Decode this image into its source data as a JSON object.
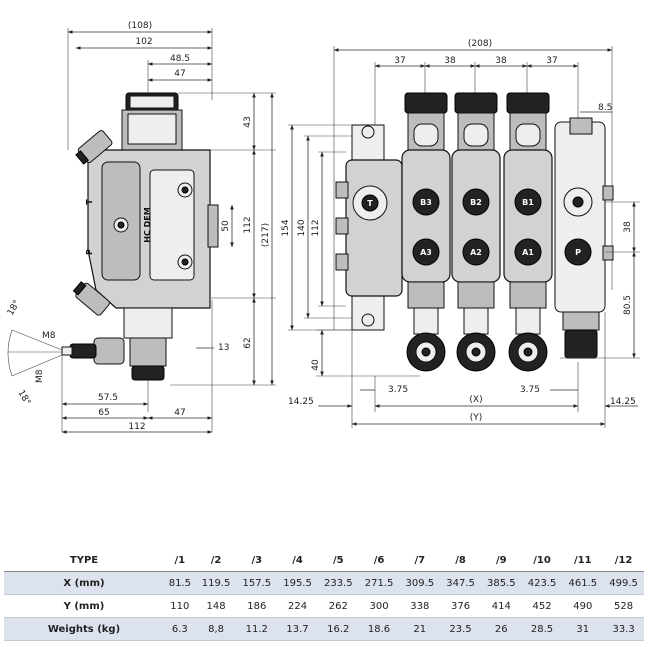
{
  "drawing": {
    "side": {
      "w108": "(108)",
      "w102": "102",
      "w485": "48.5",
      "w47top": "47",
      "h43": "43",
      "h112": "112",
      "h217": "(217)",
      "h50": "50",
      "h62": "62",
      "h13": "13",
      "ang1": "18°",
      "ang2": "18°",
      "m8a": "M8",
      "m8b": "M8",
      "b575": "57.5",
      "b65": "65",
      "b47": "47",
      "b112": "112",
      "mark_t": "T",
      "mark_p": "P",
      "mark_brand": "HC DEM"
    },
    "front": {
      "w208": "(208)",
      "s37a": "37",
      "s38a": "38",
      "s38b": "38",
      "s37b": "37",
      "s85": "8.5",
      "h154": "154",
      "h140": "140",
      "h112": "112",
      "h38": "38",
      "h805": "80.5",
      "h40": "40",
      "d375a": "3.75",
      "d375b": "3.75",
      "d1425a": "14.25",
      "d1425b": "14.25",
      "dx": "(X)",
      "dy": "(Y)",
      "port_t": "T",
      "port_p": "P",
      "ports_b": [
        "B3",
        "B2",
        "B1"
      ],
      "ports_a": [
        "A3",
        "A2",
        "A1"
      ]
    }
  },
  "table": {
    "header": [
      "TYPE",
      "/1",
      "/2",
      "/3",
      "/4",
      "/5",
      "/6",
      "/7",
      "/8",
      "/9",
      "/10",
      "/11",
      "/12"
    ],
    "rows": [
      [
        "X (mm)",
        "81.5",
        "119.5",
        "157.5",
        "195.5",
        "233.5",
        "271.5",
        "309.5",
        "347.5",
        "385.5",
        "423.5",
        "461.5",
        "499.5"
      ],
      [
        "Y (mm)",
        "110",
        "148",
        "186",
        "224",
        "262",
        "300",
        "338",
        "376",
        "414",
        "452",
        "490",
        "528"
      ],
      [
        "Weights (kg)",
        "6.3",
        "8,8",
        "11.2",
        "13.7",
        "16.2",
        "18.6",
        "21",
        "23.5",
        "26",
        "28.5",
        "31",
        "33.3"
      ]
    ]
  }
}
